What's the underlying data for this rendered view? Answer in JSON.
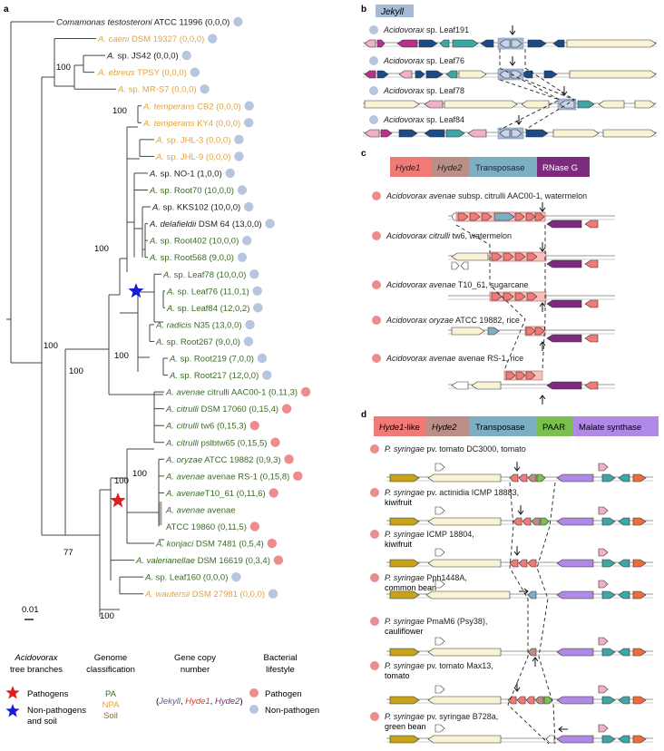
{
  "colors": {
    "pathogen": "#ee8c8c",
    "non_pathogen": "#b6c6de",
    "pa_text": "#3a6b26",
    "npa_text": "#e3a33b",
    "soil_text": "#8a6a2c",
    "black_text": "#222222",
    "hyde1": "#f27a76",
    "hyde2": "#bb8f87",
    "transposase": "#7dafc4",
    "rnaseg": "#7d2c7d",
    "paar": "#7bc04f",
    "malate": "#b088e6",
    "jekyll": "#a6b9d6",
    "gold": "#c8a31a",
    "cream": "#f8f3d4",
    "teal": "#3fa6a4",
    "orange": "#ec6c3f",
    "navy": "#1c4a84",
    "magenta": "#b5318b",
    "pink": "#f1b1c8"
  },
  "panel_a": {
    "label": "a",
    "scale_bar": "0.01",
    "bootstraps": [
      "100",
      "100",
      "100",
      "100",
      "100",
      "100",
      "100",
      "77",
      "100"
    ],
    "taxa": [
      {
        "name": "Comamonas testosteroni",
        "suffix": " ATCC 11996 (0,0,0)",
        "cls": "black",
        "life": "non"
      },
      {
        "name": "A. caeni",
        "suffix": " DSM 19327 (0,0,0)",
        "cls": "npa",
        "life": "non"
      },
      {
        "name": "A.",
        "suffix": " sp. JS42 (0,0,0)",
        "cls": "black",
        "life": "non"
      },
      {
        "name": "A. ebreus",
        "suffix": " TPSY (0,0,0)",
        "cls": "npa",
        "life": "non"
      },
      {
        "name": "A.",
        "suffix": " sp. MR-S7 (0,0,0)",
        "cls": "npa",
        "life": "non"
      },
      {
        "name": "A. temperans",
        "suffix": " CB2 (0,0,0)",
        "cls": "npa",
        "life": "non"
      },
      {
        "name": "A. temperans",
        "suffix": " KY4 (0,0,0)",
        "cls": "npa",
        "life": "non"
      },
      {
        "name": "A.",
        "suffix": " sp. JHL-3 (0,0,0)",
        "cls": "npa",
        "life": "non"
      },
      {
        "name": "A.",
        "suffix": " sp. JHL-9 (0,0,0)",
        "cls": "npa",
        "life": "non"
      },
      {
        "name": "A.",
        "suffix": " sp. NO-1 (1,0,0)",
        "cls": "black",
        "life": "non"
      },
      {
        "name": "A.",
        "suffix": " sp. Root70 (10,0,0)",
        "cls": "pa",
        "life": "non"
      },
      {
        "name": "A.",
        "suffix": " sp. KKS102 (10,0,0)",
        "cls": "black",
        "life": "non"
      },
      {
        "name": "A. delafieldii",
        "suffix": " DSM 64 (13,0,0)",
        "cls": "black",
        "life": "non"
      },
      {
        "name": "A.",
        "suffix": " sp. Root402 (10,0,0)",
        "cls": "pa",
        "life": "non"
      },
      {
        "name": "A.",
        "suffix": " sp. Root568 (9,0,0)",
        "cls": "pa",
        "life": "non"
      },
      {
        "name": "A.",
        "suffix": " sp. Leaf78 (10,0,0)",
        "cls": "pa",
        "life": "non"
      },
      {
        "name": "A.",
        "suffix": " sp. Leaf76 (11,0,1)",
        "cls": "pa",
        "life": "non"
      },
      {
        "name": "A.",
        "suffix": " sp. Leaf84 (12,0,2)",
        "cls": "pa",
        "life": "non"
      },
      {
        "name": "A. radicis",
        "suffix": " N35 (13,0,0)",
        "cls": "pa",
        "life": "non"
      },
      {
        "name": "A.",
        "suffix": " sp. Root267 (9,0,0)",
        "cls": "pa",
        "life": "non"
      },
      {
        "name": "A.",
        "suffix": " sp. Root219 (7,0,0)",
        "cls": "pa",
        "life": "non"
      },
      {
        "name": "A.",
        "suffix": " sp. Root217 (12,0,0)",
        "cls": "pa",
        "life": "non"
      },
      {
        "name": "A. avenae",
        "suffix": " citrulli AAC00-1 (0,11,3)",
        "cls": "pa",
        "life": "path"
      },
      {
        "name": "A. citrulli",
        "suffix": " DSM 17060 (0,15,4)",
        "cls": "pa",
        "life": "path"
      },
      {
        "name": "A. citrulli",
        "suffix": " tw6 (0,15,3)",
        "cls": "pa",
        "life": "path"
      },
      {
        "name": "A. citrulli",
        "suffix": " pslbtw65 (0,15,5)",
        "cls": "pa",
        "life": "path"
      },
      {
        "name": "A. oryzae",
        "suffix": " ATCC 19882 (0,9,3)",
        "cls": "pa",
        "life": "path"
      },
      {
        "name": "A. avenae",
        "suffix": " avenae RS-1 (0,15,8)",
        "cls": "pa",
        "life": "path"
      },
      {
        "name": "A. avenae",
        "suffix": "T10_61 (0,11,6)",
        "cls": "pa",
        "life": "path"
      },
      {
        "name": "A. avenae",
        "suffix": " avenae",
        "cls": "pa",
        "life": "none"
      },
      {
        "name": "",
        "suffix": "ATCC 19860 (0,11,5)",
        "cls": "pa",
        "life": "path"
      },
      {
        "name": "A. konjaci",
        "suffix": " DSM 7481 (0,5,4)",
        "cls": "pa",
        "life": "path"
      },
      {
        "name": "A. valerianellae",
        "suffix": " DSM 16619 (0,3,4)",
        "cls": "pa",
        "life": "path"
      },
      {
        "name": "A.",
        "suffix": " sp. Leaf160 (0,0,0)",
        "cls": "pa",
        "life": "non"
      },
      {
        "name": "A. wautersii",
        "suffix": " DSM 27981 (0,0,0)",
        "cls": "npa",
        "life": "non"
      }
    ],
    "legend": {
      "tree_title_italic": "Acidovorax",
      "tree_title": "tree branches",
      "pathogens": "Pathogens",
      "nonpath_1": "Non-pathogens",
      "nonpath_2": "and soil",
      "genome_title_1": "Genome",
      "genome_title_2": "classification",
      "pa": "PA",
      "npa": "NPA",
      "soil": "Soil",
      "gene_title_1": "Gene copy",
      "gene_title_2": "number",
      "gene_open": "(",
      "gene_jekyll": "Jekyll",
      "gene_sep": ", ",
      "gene_hyde1": "Hyde1",
      "gene_hyde2": "Hyde2",
      "gene_close": ")",
      "life_title_1": "Bacterial",
      "life_title_2": "lifestyle",
      "pathogen": "Pathogen",
      "nonpathogen": "Non-pathogen"
    }
  },
  "panel_b": {
    "label": "b",
    "header": "Jekyll",
    "rows": [
      {
        "genus": "Acidovorax",
        "rest": " sp. Leaf191"
      },
      {
        "genus": "Acidovorax",
        "rest": " sp. Leaf76"
      },
      {
        "genus": "Acidovorax",
        "rest": " sp. Leaf78"
      },
      {
        "genus": "Acidovorax",
        "rest": " sp. Leaf84"
      }
    ]
  },
  "panel_c": {
    "label": "c",
    "headers": [
      "Hyde1",
      "Hyde2",
      "Transposase",
      "RNase G"
    ],
    "rows": [
      {
        "italic": "Acidovorax avenae",
        "rest": " subsp. citrulli AAC00-1, watermelon"
      },
      {
        "italic": "Acidovorax citrulli",
        "rest": " tw6, watermelon"
      },
      {
        "italic": "Acidovorax avenae",
        "rest": " T10_61, sugarcane"
      },
      {
        "italic": "Acidovorax oryzae",
        "rest": " ATCC 19882, rice"
      },
      {
        "italic": "Acidovorax avenae",
        "rest": " avenae RS-1, rice"
      }
    ]
  },
  "panel_d": {
    "label": "d",
    "headers": [
      "Hyde1-like",
      "Hyde2",
      "Transposase",
      "PAAR",
      "Malate synthase"
    ],
    "rows": [
      {
        "italic": "P. syringae",
        "rest": " pv. tomato DC3000, tomato",
        "line2": ""
      },
      {
        "italic": "P. syringae",
        "rest": " pv. actinidia ICMP 18883,",
        "line2": "kiwifruit"
      },
      {
        "italic": "P. syringae",
        "rest": " ICMP 18804,",
        "line2": "kiwifruit"
      },
      {
        "italic": "P. syringae",
        "rest": " Pph1448A,",
        "line2": "common bean"
      },
      {
        "italic": "P. syringae",
        "rest": " PmaM6 (Psy38),",
        "line2": "cauliflower"
      },
      {
        "italic": "P. syringae",
        "rest": " pv. tomato Max13,",
        "line2": "tomato"
      },
      {
        "italic": "P. syringae",
        "rest": " pv. syringae B728a,",
        "line2": "green bean"
      }
    ]
  }
}
